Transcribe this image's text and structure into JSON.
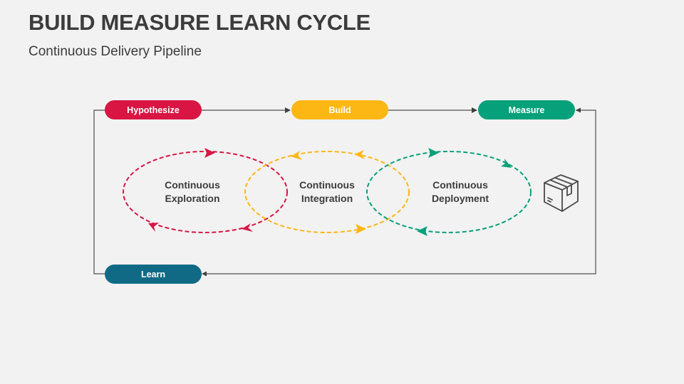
{
  "header": {
    "title": "BUILD MEASURE LEARN CYCLE",
    "subtitle": "Continuous Delivery Pipeline"
  },
  "steps": [
    {
      "label": "Hypothesize",
      "color": "#d81543"
    },
    {
      "label": "Build",
      "color": "#fdb714"
    },
    {
      "label": "Measure",
      "color": "#06a07a"
    },
    {
      "label": "Learn",
      "color": "#106a86"
    }
  ],
  "stages": [
    {
      "line1": "Continuous",
      "line2": "Exploration",
      "color": "#d81543"
    },
    {
      "line1": "Continuous",
      "line2": "Integration",
      "color": "#fdb714"
    },
    {
      "line1": "Continuous",
      "line2": "Deployment",
      "color": "#06a07a"
    }
  ],
  "icons": {
    "package": "package-box-icon"
  },
  "colors": {
    "connector": "#404040",
    "text": "#3c3c3c"
  }
}
